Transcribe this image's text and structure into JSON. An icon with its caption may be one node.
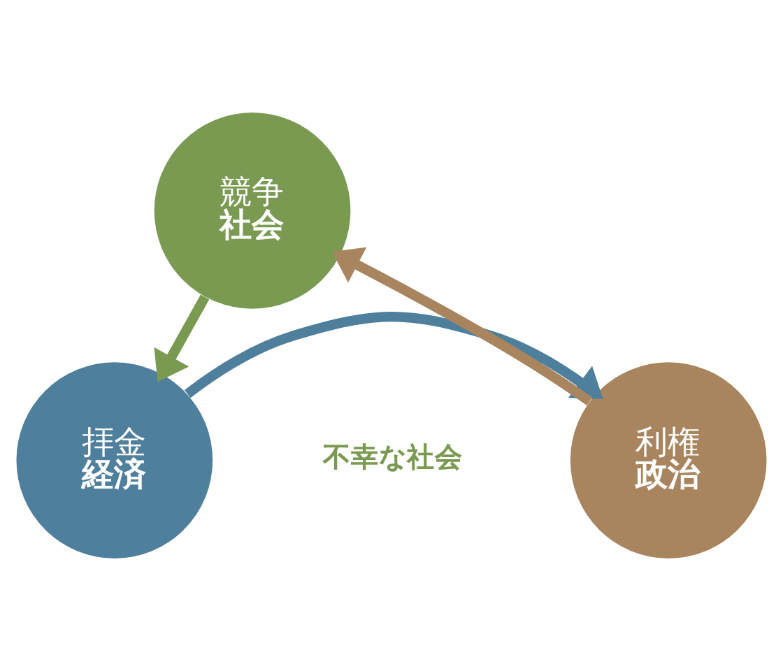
{
  "diagram": {
    "nodes": [
      {
        "text": [
          "競争",
          "社会"
        ]
      },
      {
        "text": [
          "拝金",
          "経済"
        ]
      },
      {
        "text": [
          "利権",
          "政治"
        ]
      }
    ],
    "edges": [
      {
        "from": 0,
        "to": 1,
        "arrow": "to",
        "color": "#7a9a52"
      },
      {
        "from": 1,
        "to": 2,
        "arrow": "to",
        "color": "#4e7f9c"
      },
      {
        "from": 2,
        "to": 0,
        "arrow": "to",
        "color": "#a8855f"
      }
    ],
    "labels": [
      "不幸な社会"
    ]
  }
}
